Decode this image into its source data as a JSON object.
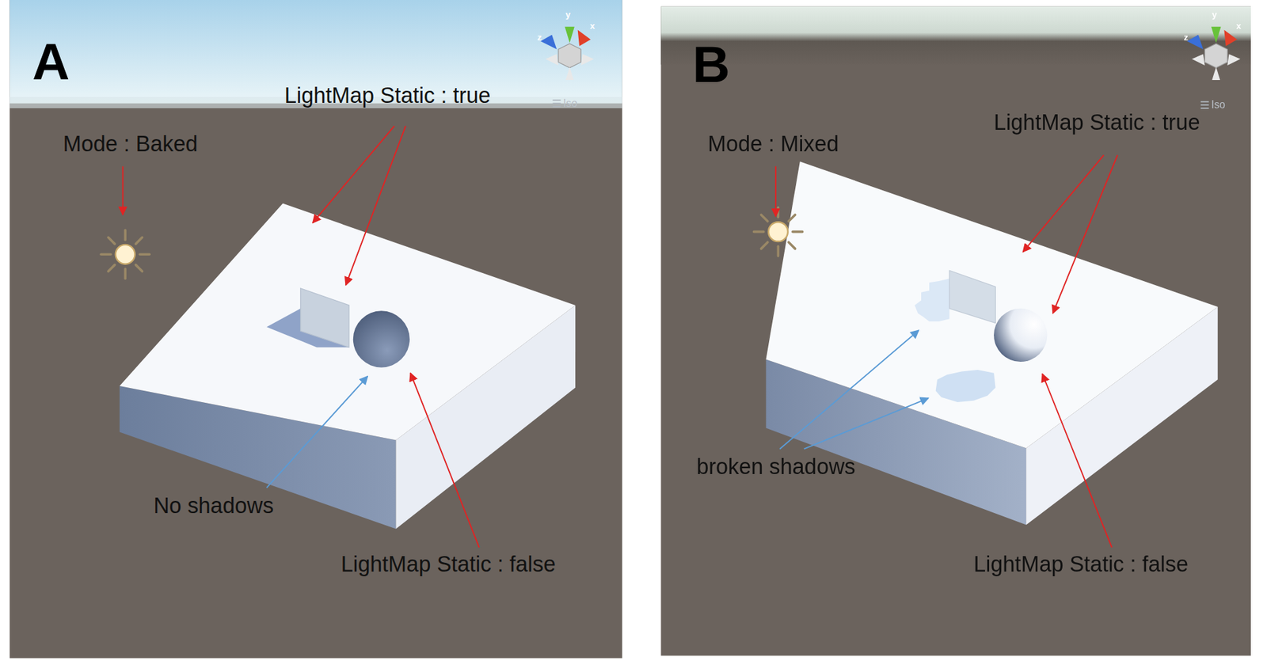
{
  "diagram": {
    "labels": [
      "A",
      "y",
      "z",
      "x",
      "Iso",
      "LightMap Static : true",
      "Mode : Baked",
      "No shadows",
      "LightMap Static : false",
      "B",
      "y",
      "z",
      "x",
      "Iso",
      "Mode : Mixed",
      "LightMap Static : true",
      "broken shadows",
      "LightMap Static : false"
    ]
  }
}
